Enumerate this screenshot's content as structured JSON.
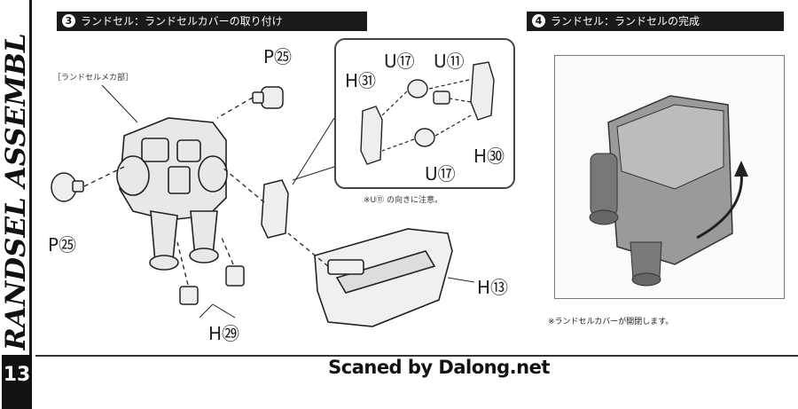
{
  "side": {
    "title": "RANDSEL ASSEMBL",
    "page_number": "13"
  },
  "section3": {
    "number": "3",
    "title": "ランドセル：ランドセルカバーの取り付け",
    "mecha_label": "［ランドセルメカ部］",
    "inset_note": "※U⑪ の向きに注意。",
    "parts": {
      "p25_top": "P㉕",
      "p25_left": "P㉕",
      "u17_top": "U⑰",
      "u11_top": "U⑪",
      "h31": "H㉛",
      "h30": "H㉚",
      "u17_bottom": "U⑰",
      "h29": "H㉙",
      "h13": "H⑬"
    }
  },
  "section4": {
    "number": "4",
    "title": "ランドセル：ランドセルの完成",
    "note": "※ランドセルカバーが開閉します。"
  },
  "footer": {
    "credit": "Scaned by Dalong.net"
  }
}
